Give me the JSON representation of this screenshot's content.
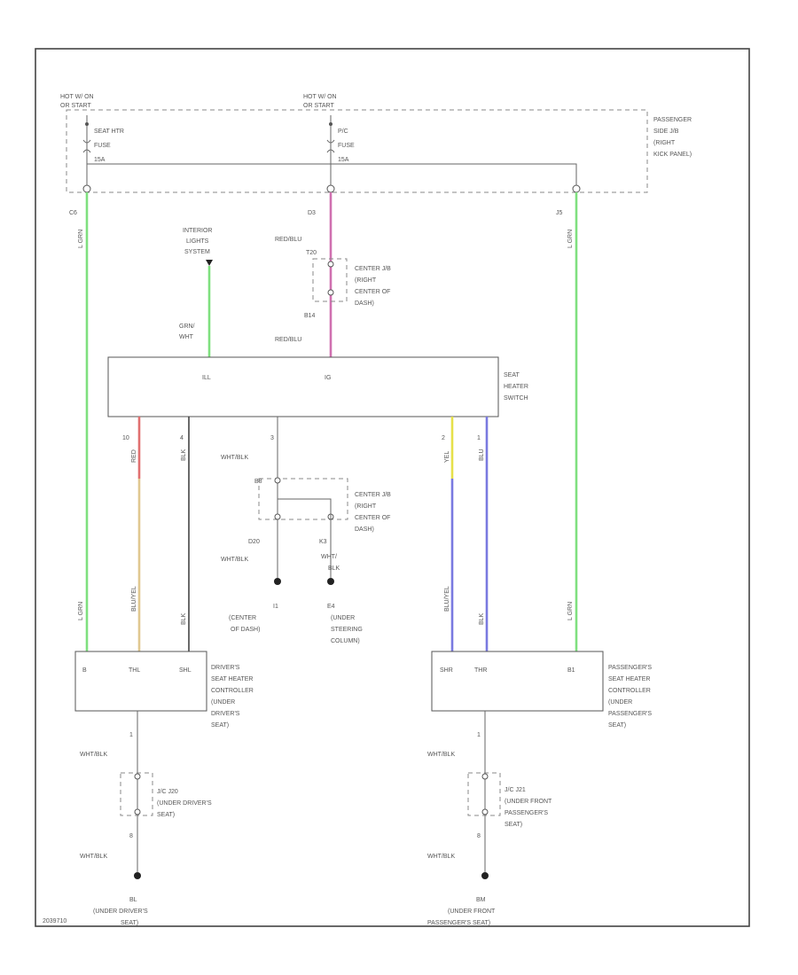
{
  "colors": {
    "lgn": "#7fe07f",
    "red": "#e07070",
    "pink": "#d070b0",
    "yellow": "#e6e04a",
    "blue": "#7a7ae0",
    "tan": "#e0c890",
    "black": "#444444"
  },
  "diagram": {
    "fuse_block": {
      "left_header": [
        "HOT W/ ON",
        "OR START"
      ],
      "mid_header": [
        "HOT W/ ON",
        "OR START"
      ],
      "left_fuse": [
        "SEAT HTR",
        "FUSE",
        "15A"
      ],
      "mid_fuse": [
        "P/C",
        "FUSE",
        "15A"
      ],
      "location": [
        "PASSENGER",
        "SIDE J/B",
        "(RIGHT",
        "KICK PANEL)"
      ],
      "pin_left": "C6",
      "pin_mid": "D3",
      "pin_right": "J5"
    },
    "wires": {
      "left_lgn_top": "L GRN",
      "left_lgn_bottom": "L GRN",
      "right_lgn_top": "L GRN",
      "right_lgn_bottom": "L GRN",
      "red_blu_top": "RED/BLU",
      "red_blu_bottom": "RED/BLU",
      "red_blu_pin_top": "T20",
      "red_blu_pin_bottom": "B14",
      "grn_wht": [
        "GRN/",
        "WHT"
      ],
      "tl_top": "RED",
      "tl_bottom": "BLU/YEL",
      "sl_top": "BLK",
      "sl_bottom": "BLK",
      "c_pin": "3",
      "c_wire": "WHT/BLK",
      "tr_top": "YEL",
      "tr_bottom": "BLU/YEL",
      "sr_top": "BLU",
      "sr_bottom": "BLK",
      "pin_tl": "10",
      "pin_sl": "4",
      "pin_tr": "2",
      "pin_sr": "1"
    },
    "interior_lights": [
      "INTERIOR",
      "LIGHTS",
      "SYSTEM"
    ],
    "center_jb_top": [
      "CENTER J/B",
      "(RIGHT",
      "CENTER OF",
      "DASH)"
    ],
    "switch": {
      "pin_il": "ILL",
      "pin_ig": "IG",
      "label": [
        "SEAT",
        "HEATER",
        "SWITCH"
      ]
    },
    "center_jb_mid": {
      "label": [
        "CENTER J/B",
        "(RIGHT",
        "CENTER OF",
        "DASH)"
      ],
      "pin_top": "B8",
      "pin_left": "D20",
      "pin_right": "K3",
      "wire_left": "WHT/BLK",
      "wire_right": [
        "WHT/",
        "BLK"
      ]
    },
    "grounds": {
      "g1": [
        "I1",
        "(CENTER",
        "OF DASH)"
      ],
      "g2": [
        "E4",
        "(UNDER",
        "STEERING",
        "COLUMN)"
      ],
      "g3": [
        "BL",
        "(UNDER DRIVER'S",
        "SEAT)"
      ],
      "g4": [
        "BM",
        "(UNDER FRONT",
        "PASSENGER'S SEAT)"
      ]
    },
    "driver_ctrl": {
      "pins": [
        "B",
        "THL",
        "SHL"
      ],
      "label": [
        "DRIVER'S",
        "SEAT HEATER",
        "CONTROLLER",
        "(UNDER",
        "DRIVER'S",
        "SEAT)"
      ],
      "pin_bottom": "1",
      "wire": "WHT/BLK",
      "jc_label": [
        "J/C J20",
        "(UNDER DRIVER'S",
        "SEAT)"
      ],
      "jc_pin": "8",
      "wire2": "WHT/BLK"
    },
    "pass_ctrl": {
      "pins": [
        "SHR",
        "THR",
        "B1"
      ],
      "label": [
        "PASSENGER'S",
        "SEAT HEATER",
        "CONTROLLER",
        "(UNDER",
        "PASSENGER'S",
        "SEAT)"
      ],
      "pin_bottom": "1",
      "wire": "WHT/BLK",
      "jc_label": [
        "J/C J21",
        "(UNDER FRONT",
        "PASSENGER'S",
        "SEAT)"
      ],
      "jc_pin": "8",
      "wire2": "WHT/BLK"
    },
    "footer_code": "2039710"
  }
}
